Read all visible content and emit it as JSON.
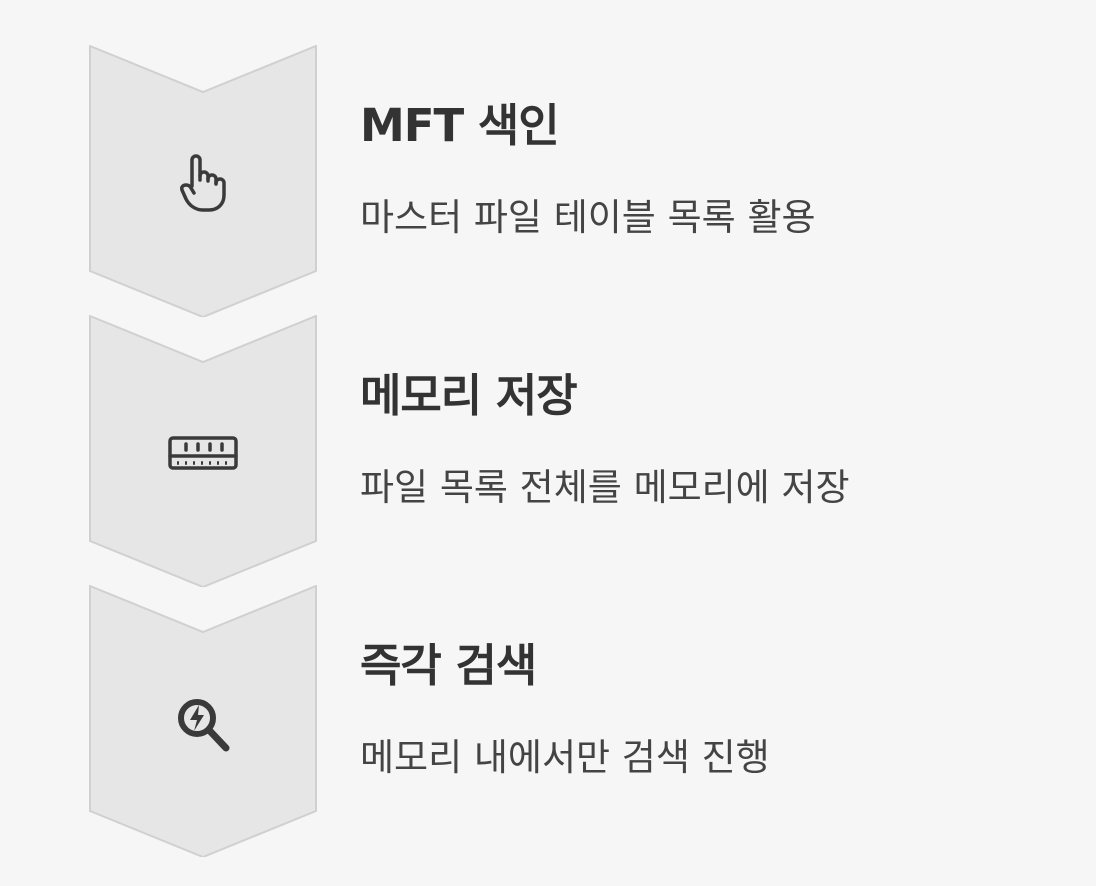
{
  "steps": [
    {
      "title": "MFT 색인",
      "description": "마스터 파일 테이블 목록 활용",
      "icon": "pointing-hand-icon"
    },
    {
      "title": "메모리 저장",
      "description": "파일 목록 전체를 메모리에 저장",
      "icon": "memory-chip-icon"
    },
    {
      "title": "즉각 검색",
      "description": "메모리 내에서만 검색 진행",
      "icon": "quick-search-icon"
    }
  ],
  "colors": {
    "background": "#f6f6f6",
    "chevron_fill": "#e6e6e6",
    "chevron_stroke": "#d0d0d0",
    "icon": "#3a3a3a",
    "title": "#333333",
    "description": "#444444"
  }
}
